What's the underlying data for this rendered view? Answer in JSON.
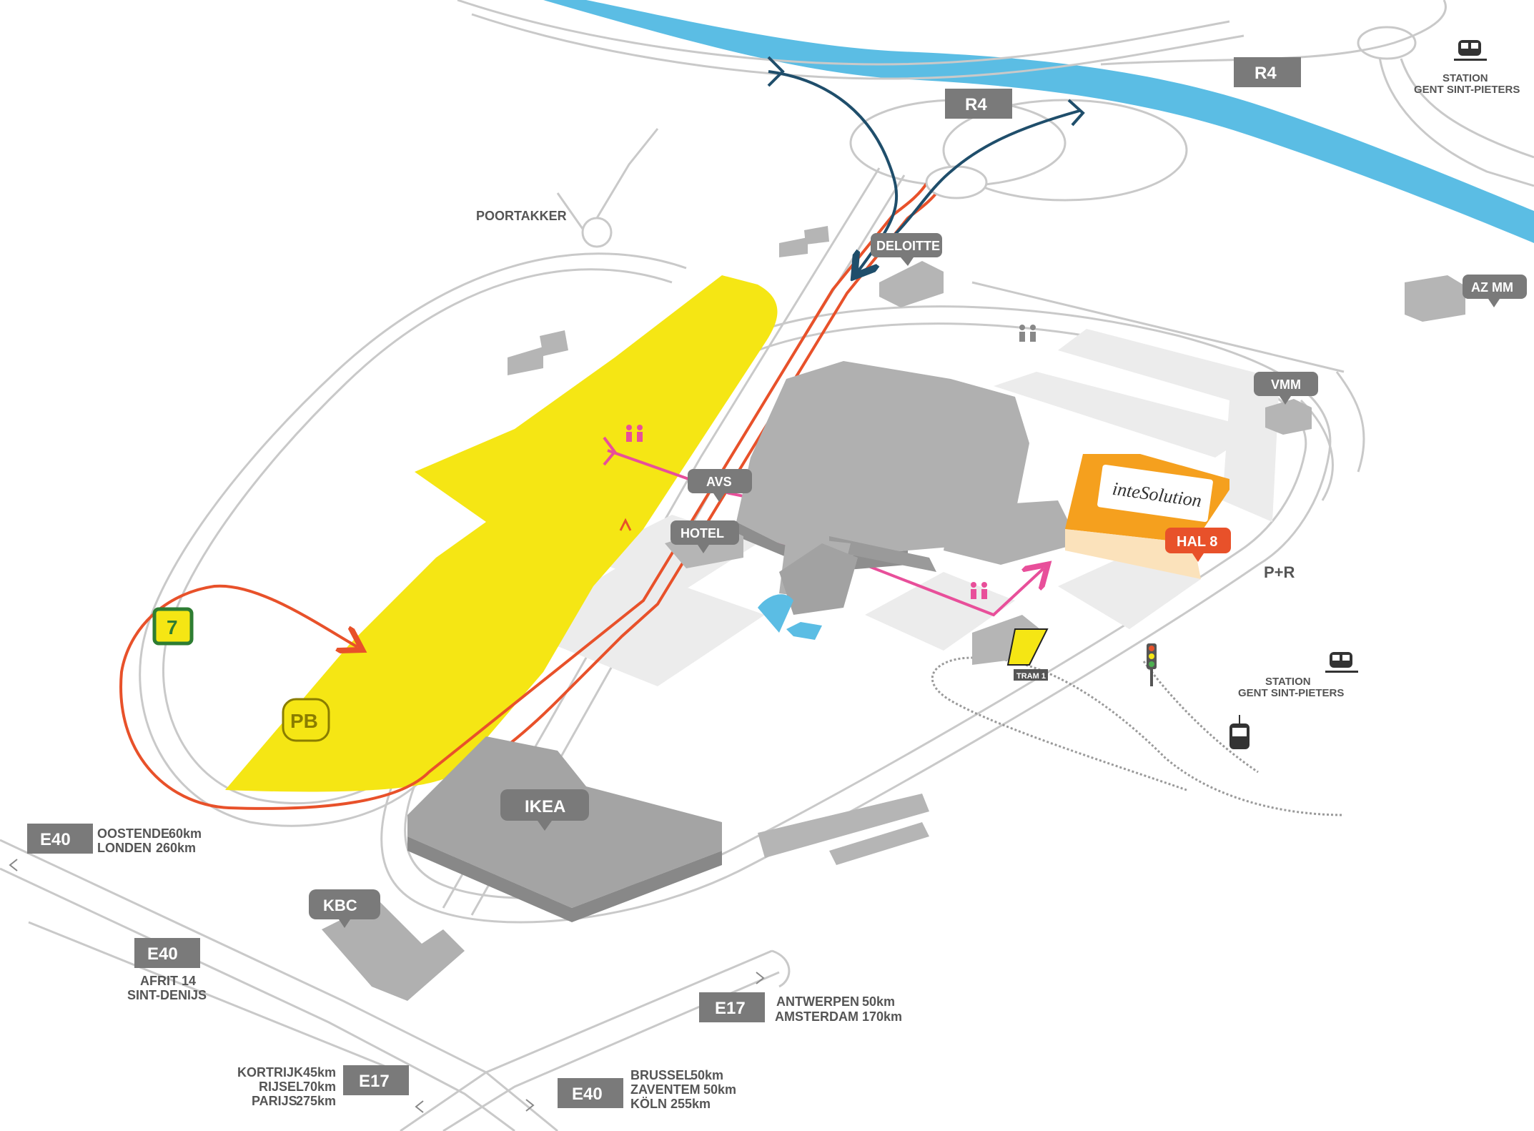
{
  "places": {
    "poortakker": "POORTAKKER",
    "deloitte": "DELOITTE",
    "az_mm": "AZ MM",
    "vmm": "VMM",
    "avs": "AVS",
    "hotel": "HOTEL",
    "ikea": "IKEA",
    "kbc": "KBC",
    "hall": "HAL 8",
    "p_r": "P+R",
    "tram": "TRAM 1",
    "parking_pb": "PB",
    "route_number": "7",
    "logo_text": "inteSolution"
  },
  "stations": [
    {
      "line1": "STATION",
      "line2": "GENT SINT-PIETERS"
    },
    {
      "line1": "STATION",
      "line2": "GENT SINT-PIETERS"
    }
  ],
  "roads": {
    "r4_a": "R4",
    "r4_b": "R4",
    "e40_west": {
      "shield": "E40",
      "dest1": "OOSTENDE",
      "dist1": "60km",
      "dest2": "LONDEN",
      "dist2": "260km"
    },
    "e40_exit": {
      "shield": "E40",
      "line1": "AFRIT 14",
      "line2": "SINT-DENIJS"
    },
    "e17_north": {
      "shield": "E17",
      "dest1": "ANTWERPEN",
      "dist1": "50km",
      "dest2": "AMSTERDAM",
      "dist2": "170km"
    },
    "e17_south": {
      "shield": "E17",
      "dest1": "KORTRIJK",
      "dist1": "45km",
      "dest2": "RIJSEL",
      "dist2": "70km",
      "dest3": "PARIJS",
      "dist3": "275km"
    },
    "e40_east": {
      "shield": "E40",
      "dest1": "BRUSSEL",
      "dist1": "50km",
      "dest2": "ZAVENTEM",
      "dist2": "50km",
      "dest3": "KÖLN",
      "dist3": "255km"
    }
  },
  "colors": {
    "river": "#5bbde4",
    "parking": "#f5e614",
    "route": "#e8512a",
    "highway": "#1f4e6b",
    "walk": "#e84f9a",
    "hall_orange": "#f5a01e",
    "building": "#a8a8a8",
    "tag": "#7a7a7a"
  }
}
